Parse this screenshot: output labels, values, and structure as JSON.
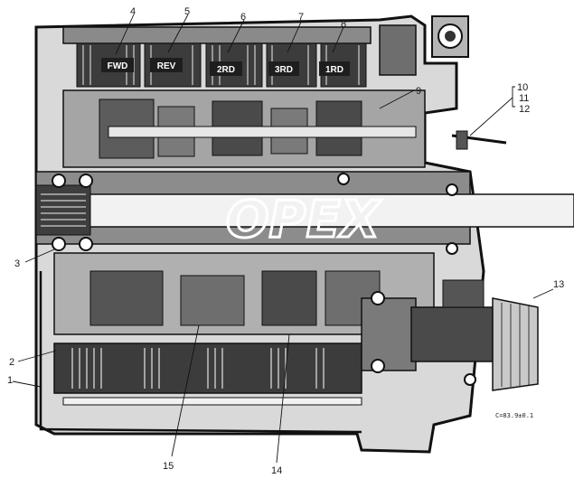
{
  "diagram": {
    "callouts": [
      "1",
      "2",
      "3",
      "4",
      "5",
      "6",
      "7",
      "8",
      "9",
      "10",
      "11",
      "12",
      "13",
      "14",
      "15"
    ],
    "clutch_labels": {
      "fwd": "FWD",
      "rev": "REV",
      "second": "2RD",
      "third": "3RD",
      "first": "1RD"
    },
    "dimension_note": "C=83.9±0.1",
    "watermark": "OPEX"
  }
}
